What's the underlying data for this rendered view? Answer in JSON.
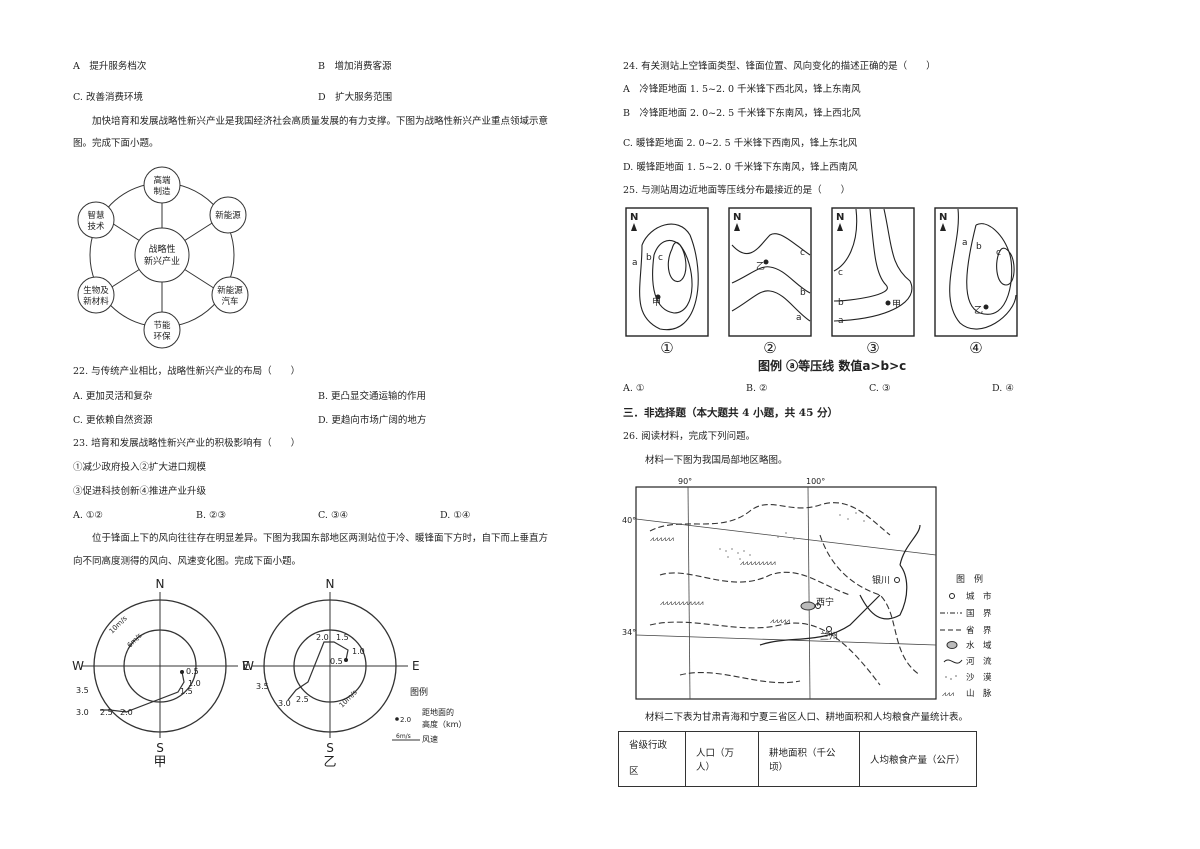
{
  "left": {
    "opts_top": {
      "a": "A　提升服务档次",
      "b": "B　增加消费客源",
      "c": "C. 改善消费环境",
      "d": "D　扩大服务范围"
    },
    "intro1_l1": "加快培育和发展战略性新兴产业是我国经济社会高质量发展的有力支撑。下图为战略性新兴产业重点领域示意",
    "intro1_l2": "图。完成下面小题。",
    "diagram": {
      "center": [
        "战略性",
        "新兴产业"
      ],
      "nodes": [
        {
          "l1": "高端",
          "l2": "制造"
        },
        {
          "l1": "新能源",
          "l2": ""
        },
        {
          "l1": "新能源",
          "l2": "汽车"
        },
        {
          "l1": "节能",
          "l2": "环保"
        },
        {
          "l1": "生物及",
          "l2": "新材料"
        },
        {
          "l1": "智慧",
          "l2": "技术"
        }
      ]
    },
    "q22": {
      "stem": "22. 与传统产业相比，战略性新兴产业的布局（　　）",
      "a": "A. 更加灵活和复杂",
      "b": "B. 更凸显交通运输的作用",
      "c": "C. 更依赖自然资源",
      "d": "D. 更趋向市场广阔的地方"
    },
    "q23": {
      "stem": "23. 培育和发展战略性新兴产业的积极影响有（　　）",
      "o1": "①减少政府投入②扩大进口规模",
      "o2": "③促进科技创新④推进产业升级",
      "a": "A. ①②",
      "b": "B. ②③",
      "c": "C. ③④",
      "d": "D. ①④"
    },
    "intro2_l1": "位于锋面上下的风向往往存在明显差异。下图为我国东部地区两测站位于冷、暖锋面下方时，自下而上垂直方",
    "intro2_l2": "向不同高度测得的风向、风速变化图。完成下面小题。",
    "wind": {
      "dirs": {
        "n": "N",
        "s": "S",
        "e": "E",
        "w": "W"
      },
      "ring_outer": "10m/s",
      "ring_inner": "6m/s",
      "jia_label": "甲",
      "yi_label": "乙",
      "jia_heights": [
        "0.5",
        "1.0",
        "1.5",
        "2.0",
        "2.5",
        "3.0",
        "3.5"
      ],
      "yi_heights": [
        "0.5",
        "1.0",
        "1.5",
        "2.0",
        "2.5",
        "3.0",
        "3.5"
      ],
      "legend_title": "图例",
      "legend_height": "距地面的",
      "legend_height2": "高度（km）",
      "legend_speed": "风速",
      "legend_sample": "2.0",
      "legend_speed_sample": "6m/s"
    }
  },
  "right": {
    "q24": {
      "stem": "24. 有关测站上空锋面类型、锋面位置、风向变化的描述正确的是（　　）",
      "a": "A　冷锋距地面 1. 5~2. 0 千米锋下西北风，锋上东南风",
      "b": "B　冷锋距地面 2. 0~2. 5 千米锋下东南风，锋上西北风",
      "c": "C. 暖锋距地面 2. 0~2. 5 千米锋下西南风，锋上东北风",
      "d": "D. 暖锋距地面 1. 5~2. 0 千米锋下东南风，锋上西南风"
    },
    "q25": {
      "stem": "25. 与测站周边近地面等压线分布最接近的是（　　）",
      "panels": [
        "①",
        "②",
        "③",
        "④"
      ],
      "legend": "图例 ⓐ等压线 数值a>b>c",
      "a": "A. ①",
      "b": "B. ②",
      "c": "C. ③",
      "d": "D. ④"
    },
    "section3": "三．非选择题（本大题共 4 小题，共 45 分）",
    "q26": "26. 阅读材料，完成下列问题。",
    "mat1": "材料一下图为我国局部地区略图。",
    "map": {
      "lon90": "90°",
      "lon100": "100°",
      "lat40": "40°",
      "lat34": "34°",
      "cities": [
        "银川",
        "西宁",
        "兰州"
      ],
      "legend_title": "图　例",
      "legend": [
        "城　市",
        "国　界",
        "省　界",
        "水　域",
        "河　流",
        "沙　漠",
        "山　脉"
      ]
    },
    "mat2": "材料二下表为甘肃青海和宁夏三省区人口、耕地面积和人均粮食产量统计表。",
    "table_headers": [
      "省级行政区",
      "人口（万人）",
      "耕地面积（千公顷）",
      "人均粮食产量（公斤）"
    ]
  }
}
